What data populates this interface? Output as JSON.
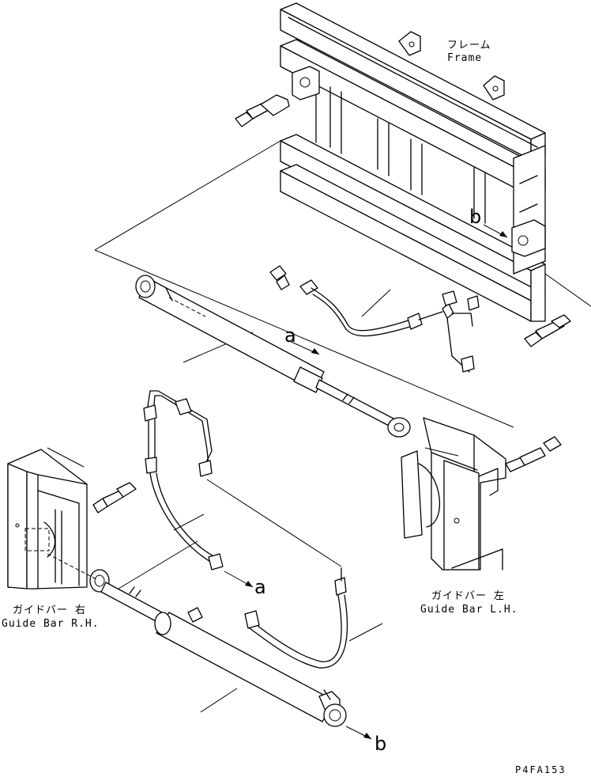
{
  "labels": {
    "frame_jp": "フレーム",
    "frame_en": "Frame",
    "guide_rh_jp": "ガイドバー 右",
    "guide_rh_en": "Guide Bar R.H.",
    "guide_lh_jp": "ガイドバー 左",
    "guide_lh_en": "Guide Bar L.H.",
    "ref_a_upper": "a",
    "ref_a_lower": "a",
    "ref_b_frame": "b",
    "ref_b_lower": "b",
    "drawing_code": "P4FA153"
  }
}
